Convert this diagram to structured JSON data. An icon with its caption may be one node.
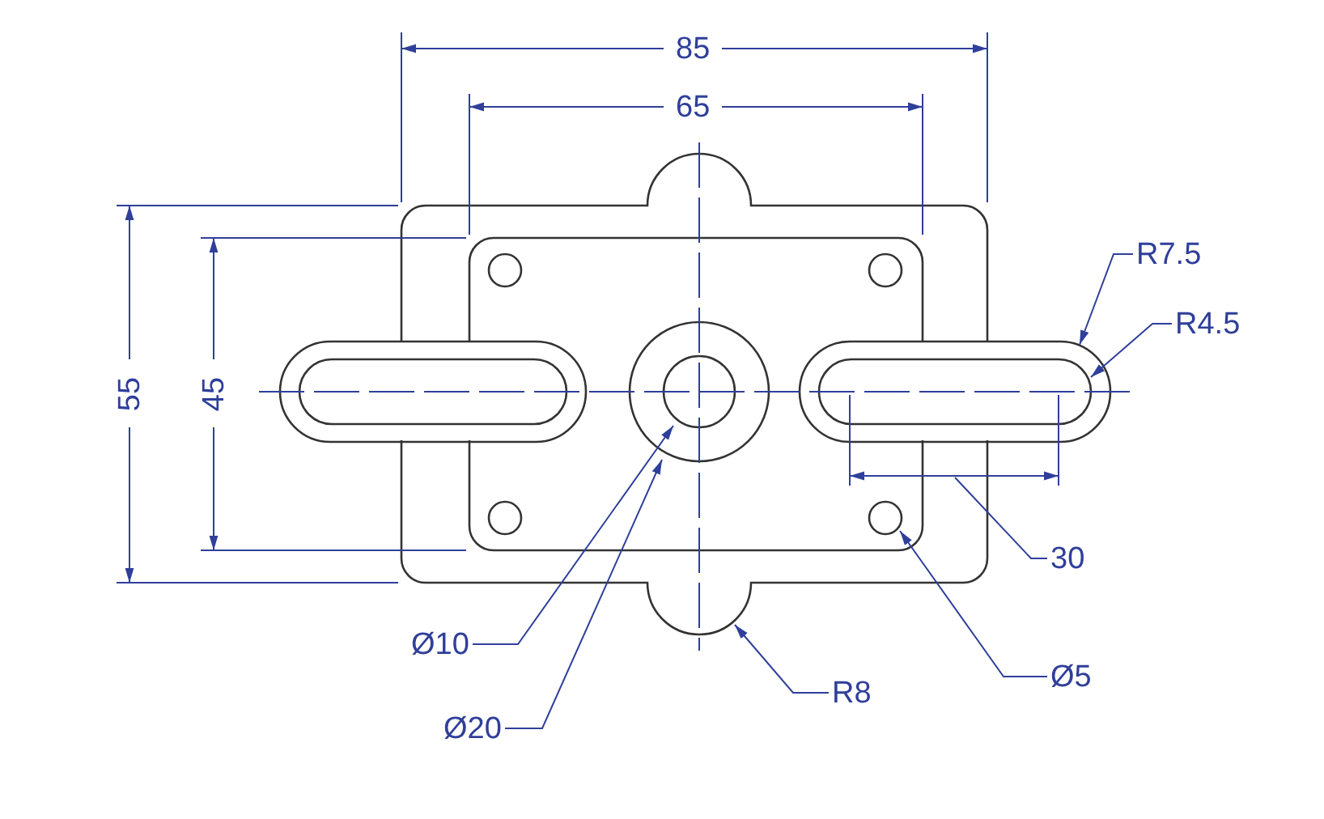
{
  "diagram": {
    "nodes": [
      {
        "text": [
          "R7.5"
        ]
      },
      {
        "text": [
          "R4.5"
        ]
      },
      {
        "text": [
          "30"
        ]
      },
      {
        "text": [
          "Ø5"
        ]
      },
      {
        "text": [
          "R8"
        ]
      },
      {
        "text": [
          "Ø10"
        ]
      },
      {
        "text": [
          "Ø20"
        ]
      }
    ],
    "edges": [
      {
        "from": 0,
        "to": null,
        "arrow": "to"
      },
      {
        "from": 1,
        "to": null,
        "arrow": "to"
      },
      {
        "from": 2,
        "to": null,
        "arrow": "none"
      },
      {
        "from": 3,
        "to": null,
        "arrow": "to"
      },
      {
        "from": 4,
        "to": null,
        "arrow": "to"
      },
      {
        "from": 5,
        "to": null,
        "arrow": "to"
      },
      {
        "from": 6,
        "to": null,
        "arrow": "to"
      }
    ],
    "labels": [
      "85",
      "65",
      "55",
      "45"
    ]
  }
}
